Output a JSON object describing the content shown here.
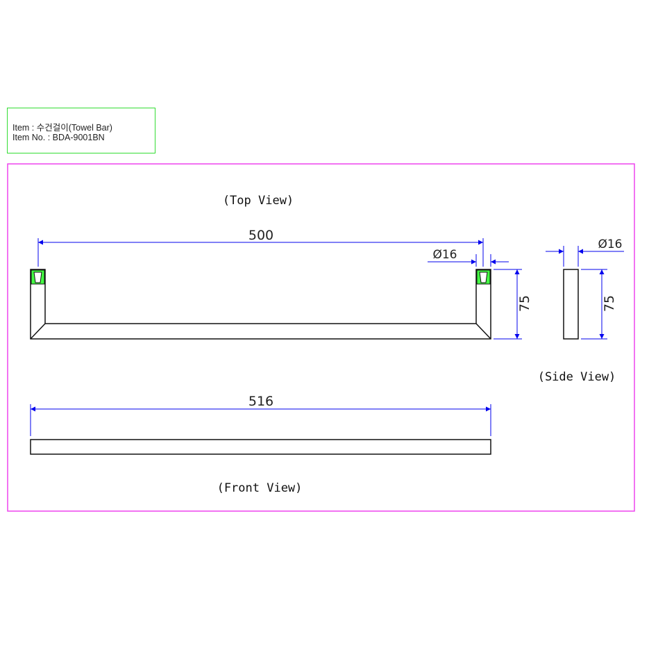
{
  "title_block": {
    "item_line": "Item : 수건걸이(Towel Bar)",
    "item_no_line": "Item No. : BDA-9001BN"
  },
  "views": {
    "top": "(Top View)",
    "side": "(Side View)",
    "front": "(Front View)"
  },
  "dimensions": {
    "top_length": "500",
    "top_diameter": "Ø16",
    "top_height": "75",
    "side_diameter": "Ø16",
    "side_height": "75",
    "front_length": "516"
  },
  "colors": {
    "title_border": "#33dd33",
    "sheet_border": "#ee44ee",
    "dimension": "#0000ee",
    "outline": "#111111",
    "mount": "#44ff44"
  }
}
